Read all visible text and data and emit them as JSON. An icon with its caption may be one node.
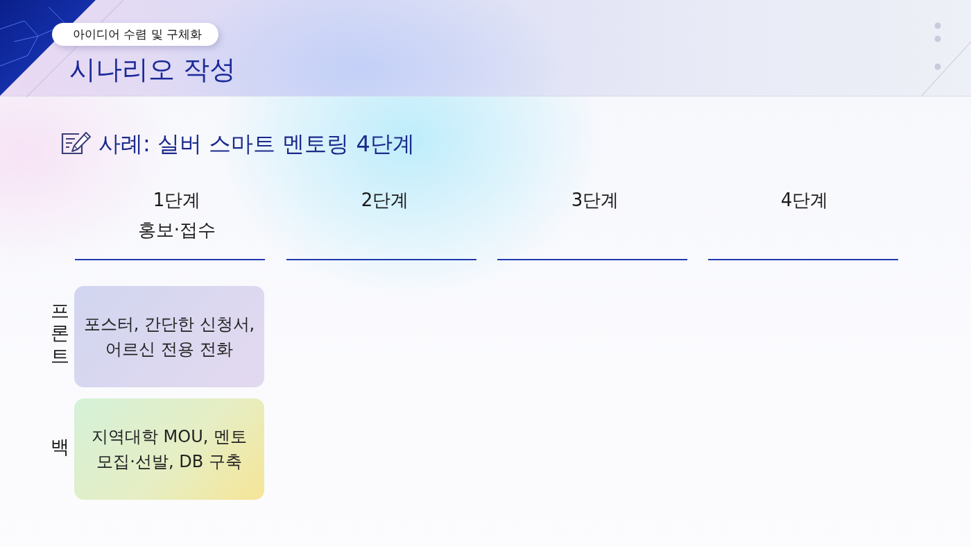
{
  "diagram": {
    "title": "시나리오 작성",
    "nodes": [
      {
        "text": [
          "아이디어 수렴 및 구체화"
        ]
      },
      {
        "text": [
          "포스터, 간단한 신청서, 어르신 전용 전화"
        ]
      },
      {
        "text": [
          "지역대학 MOU, 멘토 모집·선발, DB 구축"
        ]
      }
    ],
    "labels": [
      "사례: 실버 스마트 멘토링 4단계",
      "1단계",
      "홍보·접수",
      "2단계",
      "3단계",
      "4단계",
      "프론트",
      "백"
    ]
  }
}
